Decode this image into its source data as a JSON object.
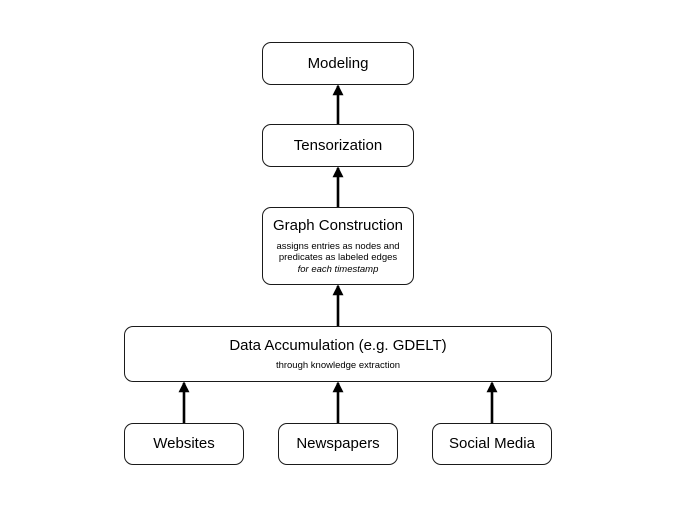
{
  "nodes": {
    "modeling": {
      "title": "Modeling"
    },
    "tensorization": {
      "title": "Tensorization"
    },
    "graph_construction": {
      "title": "Graph Construction",
      "line1": "assigns entries as nodes and",
      "line2": "predicates as labeled edges",
      "line3": "for each timestamp"
    },
    "data_accumulation": {
      "title": "Data Accumulation (e.g. GDELT)",
      "subtitle": "through knowledge extraction"
    },
    "websites": {
      "title": "Websites"
    },
    "newspapers": {
      "title": "Newspapers"
    },
    "social_media": {
      "title": "Social Media"
    }
  },
  "edges": [
    {
      "from": "websites",
      "to": "data_accumulation"
    },
    {
      "from": "newspapers",
      "to": "data_accumulation"
    },
    {
      "from": "social_media",
      "to": "data_accumulation"
    },
    {
      "from": "data_accumulation",
      "to": "graph_construction"
    },
    {
      "from": "graph_construction",
      "to": "tensorization"
    },
    {
      "from": "tensorization",
      "to": "modeling"
    }
  ],
  "colors": {
    "stroke": "#1a1a1a",
    "arrow": "#000000",
    "background": "#ffffff"
  }
}
